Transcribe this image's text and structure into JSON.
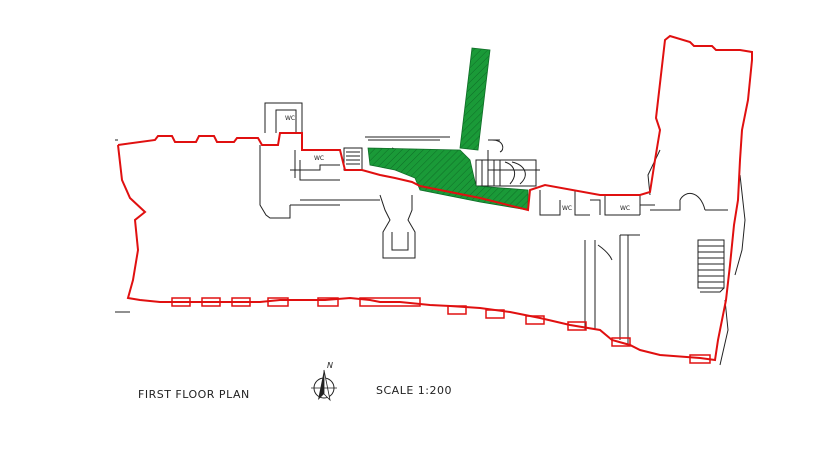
{
  "plan": {
    "title": "FIRST FLOOR PLAN",
    "scale": "SCALE 1:200",
    "north_label": "N",
    "wc_label": "WC"
  },
  "colors": {
    "boundary": "#e01010",
    "highlight": "#1a9a38",
    "wall": "#222222"
  },
  "icons": {
    "north_arrow": "north-arrow-icon"
  }
}
